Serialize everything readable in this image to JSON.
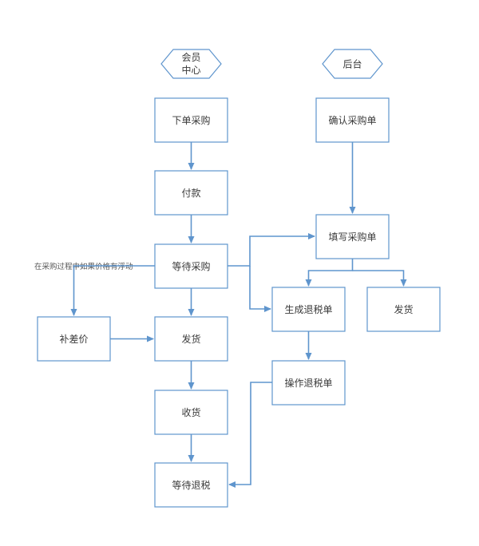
{
  "colors": {
    "stroke": "#5f95cd",
    "arrow": "#5f95cd",
    "text": "#3a3a3a"
  },
  "lanes": {
    "member_center": [
      "会员",
      "中心"
    ],
    "backend": "后台"
  },
  "nodes": {
    "place_order": "下单采购",
    "payment": "付款",
    "wait_purchase": "等待采购",
    "pay_difference": "补差价",
    "member_ship": "发货",
    "receive": "收货",
    "wait_refund": "等待退税",
    "confirm_po": "确认采购单",
    "fill_po": "填写采购单",
    "gen_refund": "生成退税单",
    "backend_ship": "发货",
    "process_refund": "操作退税单"
  },
  "annotations": {
    "price_fluctuation": "在采购过程中如果价格有浮动"
  }
}
